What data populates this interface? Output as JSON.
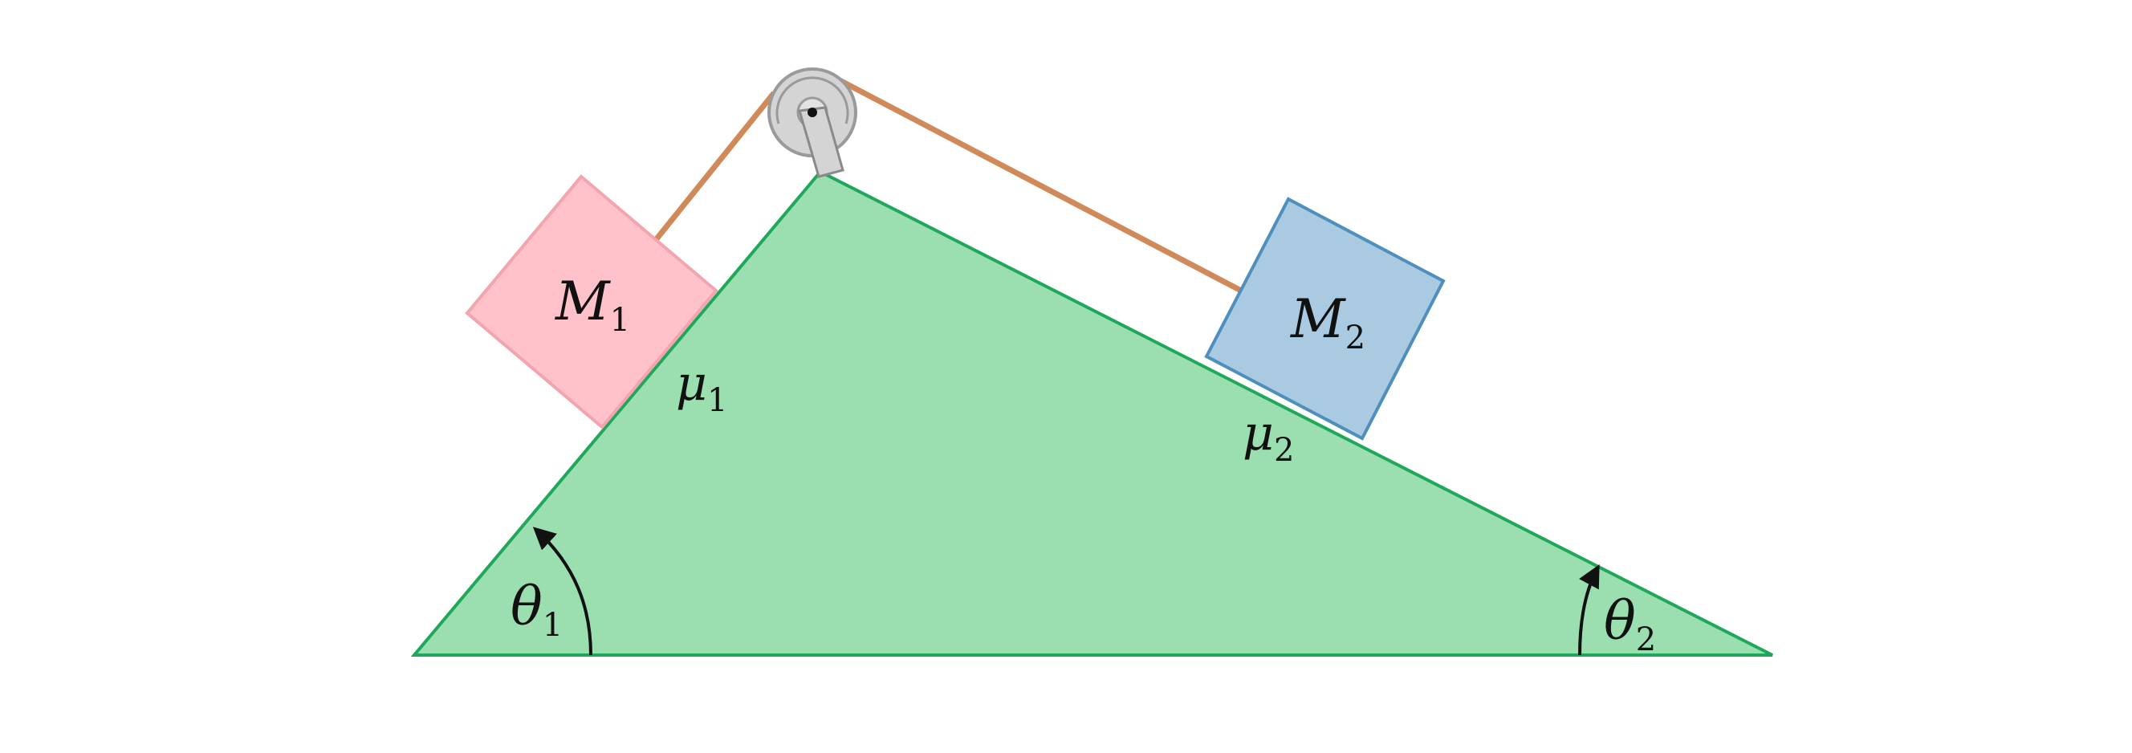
{
  "colors": {
    "incline_fill": "#9BDEB0",
    "incline_stroke": "#1FA75A",
    "block1_fill": "#FFC2CA",
    "block1_stroke": "#F4A4AE",
    "block2_fill": "#AACAE2",
    "block2_stroke": "#4E8FBE",
    "rope": "#D08A5A",
    "pulley_fill": "#D4D4D4",
    "pulley_stroke": "#9A9A9A",
    "arrow": "#111111"
  },
  "labels": {
    "mass1": {
      "symbol": "M",
      "sub": "1"
    },
    "mass2": {
      "symbol": "M",
      "sub": "2"
    },
    "mu1": {
      "symbol": "μ",
      "sub": "1"
    },
    "mu2": {
      "symbol": "μ",
      "sub": "2"
    },
    "theta1": {
      "symbol": "θ",
      "sub": "1"
    },
    "theta2": {
      "symbol": "θ",
      "sub": "2"
    }
  },
  "icons": {
    "pulley": "pulley-icon"
  }
}
